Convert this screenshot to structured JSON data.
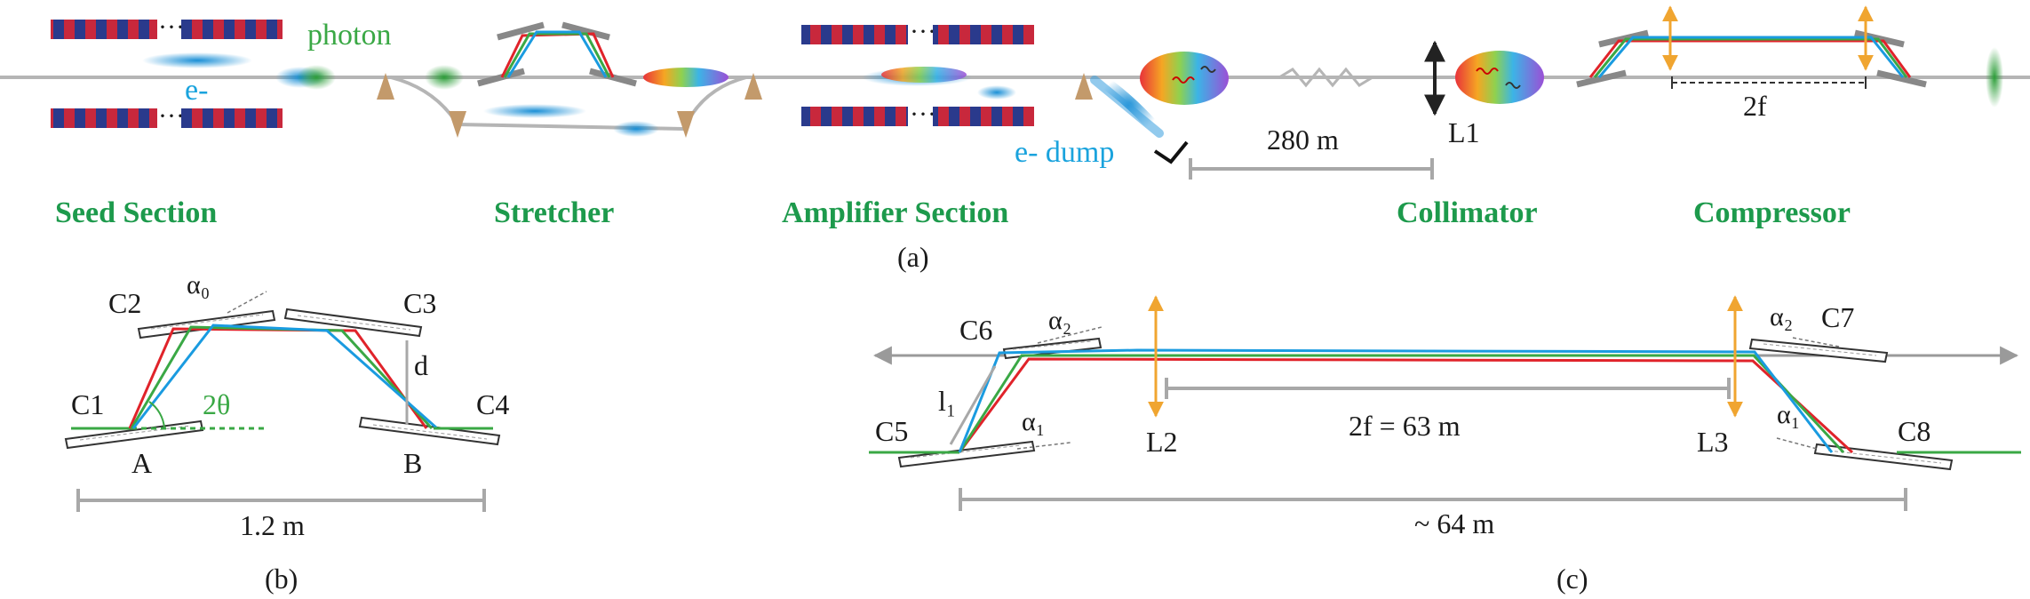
{
  "panel_a": {
    "caption": "(a)",
    "photon_label": "photon",
    "electron_label": "e-",
    "dump_label": "e- dump",
    "distance_label": "280 m",
    "lens_label": "L1",
    "focal_label": "2f",
    "sections": [
      "Seed Section",
      "Stretcher",
      "Amplifier Section",
      "Collimator",
      "Compressor"
    ]
  },
  "panel_b": {
    "caption": "(b)",
    "crystals": [
      "C1",
      "C2",
      "C3",
      "C4"
    ],
    "points": [
      "A",
      "B"
    ],
    "alpha_label": "α₀",
    "theta_label": "2θ",
    "spacing_label": "d",
    "length_label": "1.2 m"
  },
  "panel_c": {
    "caption": "(c)",
    "crystals": [
      "C5",
      "C6",
      "C7",
      "C8"
    ],
    "lenses": [
      "L2",
      "L3"
    ],
    "alpha1_label": "α₁",
    "alpha2_label": "α₂",
    "l1_label": "l₁",
    "focal_label": "2f = 63 m",
    "length_label": "~ 64 m"
  },
  "colors": {
    "green_text": "#1d9a4c",
    "photon": "#3aa845",
    "electron": "#1aa3dd",
    "red_ray": "#e0232a",
    "blue_ray": "#1a9be0",
    "lens_orange": "#f0a530",
    "undulator_red": "#c8283c",
    "undulator_blue": "#2a3a8c"
  }
}
